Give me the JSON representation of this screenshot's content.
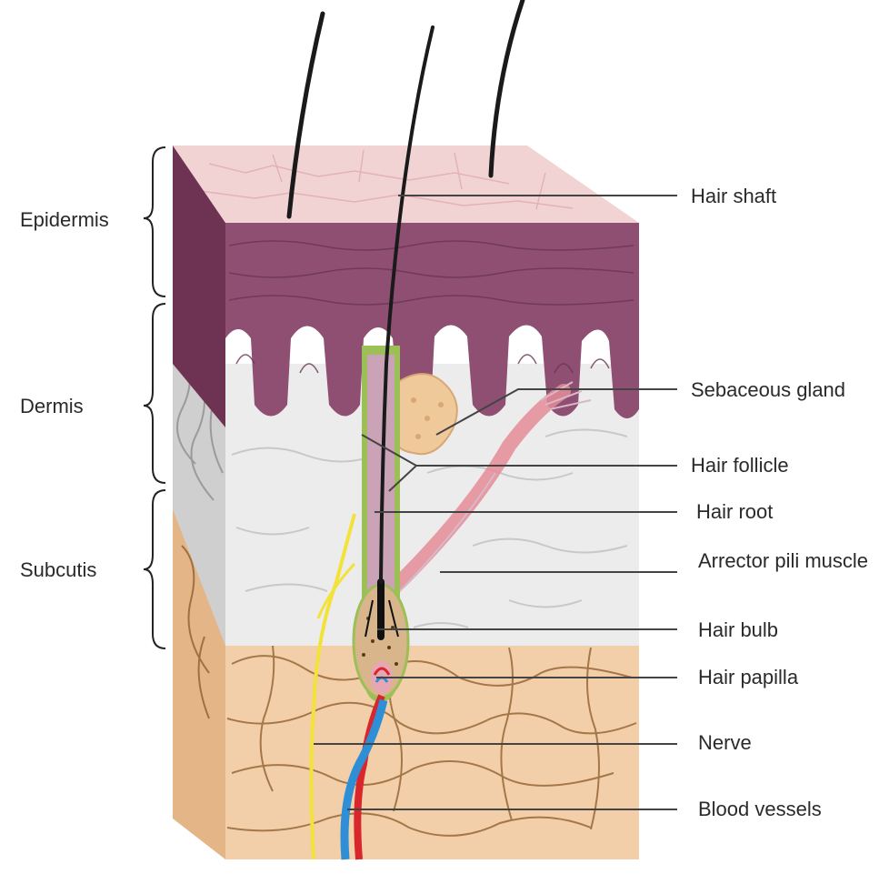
{
  "layers": [
    {
      "id": "epidermis",
      "label": "Epidermis"
    },
    {
      "id": "dermis",
      "label": "Dermis"
    },
    {
      "id": "subcutis",
      "label": "Subcutis"
    }
  ],
  "structures": [
    {
      "id": "hair-shaft",
      "label": "Hair shaft"
    },
    {
      "id": "sebaceous-gland",
      "label": "Sebaceous gland"
    },
    {
      "id": "hair-follicle",
      "label": "Hair follicle"
    },
    {
      "id": "hair-root",
      "label": "Hair root"
    },
    {
      "id": "arrector-pili-muscle",
      "label": "Arrector pili muscle"
    },
    {
      "id": "hair-bulb",
      "label": "Hair bulb"
    },
    {
      "id": "hair-papilla",
      "label": "Hair papilla"
    },
    {
      "id": "nerve",
      "label": "Nerve"
    },
    {
      "id": "blood-vessels",
      "label": "Blood vessels"
    }
  ],
  "colors": {
    "epidermis_top": "#f2d3d4",
    "epidermis_front": "#8e4f72",
    "dermis": "#ececec",
    "subcutis": "#f3cfa9",
    "subcutis_lines": "#8a5a2a",
    "sebaceous_gland": "#f0c99a",
    "follicle_sheath": "#9cbf58",
    "muscle": "#e58c98",
    "nerve": "#f2e23a",
    "artery": "#d8262c",
    "vein": "#2e8fd6",
    "hair": "#1a1a1a",
    "leader_line": "#444444"
  }
}
